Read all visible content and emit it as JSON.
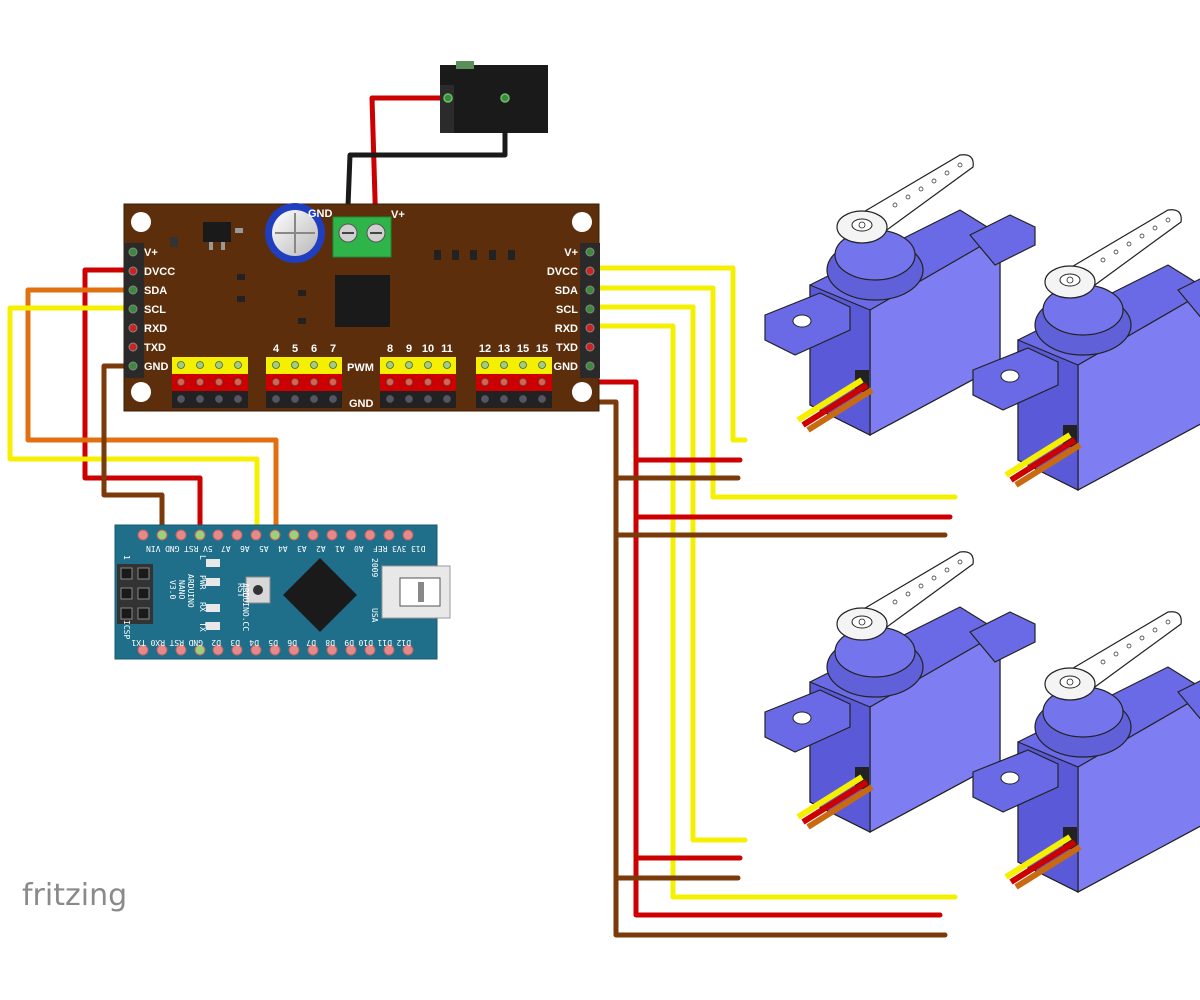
{
  "driver_board": {
    "left_pins": [
      "V+",
      "DVCC",
      "SDA",
      "SCL",
      "RXD",
      "TXD",
      "GND"
    ],
    "right_pins": [
      "V+",
      "DVCC",
      "SDA",
      "SCL",
      "RXD",
      "TXD",
      "GND"
    ],
    "terminal_gnd": "GND",
    "terminal_vplus": "V+",
    "pwm_label": "PWM",
    "channel_numbers": [
      "4",
      "5",
      "6",
      "7",
      "8",
      "9",
      "10",
      "11",
      "12",
      "13",
      "15",
      "15"
    ],
    "bottom_label": "GND"
  },
  "nano": {
    "top_pins": [
      "D13",
      "3V3",
      "REF",
      "A0",
      "A1",
      "A2",
      "A3",
      "A4",
      "A5",
      "A6",
      "A7",
      "5V",
      "RST",
      "GND",
      "VIN"
    ],
    "bottom_pins": [
      "D12",
      "D11",
      "D10",
      "D9",
      "D8",
      "D7",
      "D6",
      "D5",
      "D4",
      "D3",
      "D2",
      "GND",
      "RST",
      "RX0",
      "TX1"
    ],
    "board_text": [
      "ARDUINO",
      "NANO",
      "V3.0"
    ],
    "site_text": "ARDUINO.CC",
    "year_text": "2009",
    "country_text": "USA",
    "icsp_label": "ICSP",
    "icsp_pin1": "1",
    "led_labels": [
      "L",
      "PWR",
      "TX",
      "RX"
    ],
    "rst_label": "RST"
  },
  "watermark": "fritzing",
  "colors": {
    "wire_red": "#cc0000",
    "wire_black": "#1a1a1a",
    "wire_yellow": "#f5f000",
    "wire_orange": "#e07010",
    "wire_brown": "#7a3a0a",
    "board_brown": "#5c2e0c",
    "nano_blue": "#1f6f8b",
    "servo_blue": "#7a7aee",
    "terminal_green": "#2fb44a"
  },
  "icons": [
    "dc-power-jack",
    "servo-motor",
    "capacitor",
    "usb-connector"
  ]
}
